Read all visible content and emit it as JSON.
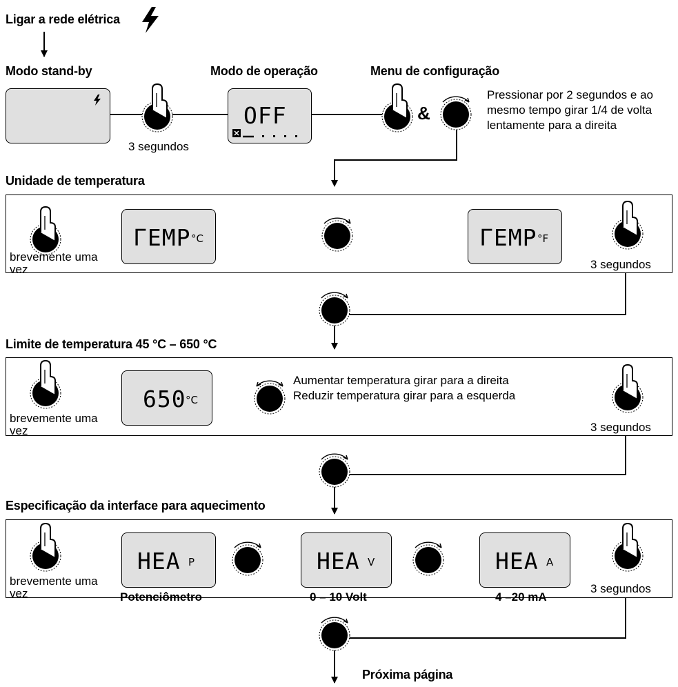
{
  "power": {
    "label": "Ligar a rede elétrica"
  },
  "top": {
    "standby_title": "Modo stand-by",
    "operation_title": "Modo de operação",
    "config_title": "Menu de configuração",
    "three_seconds": "3 segundos",
    "display_off": "OFF",
    "ampersand": "&",
    "config_instruction": [
      "Pressionar por 2 segundos e ao",
      "mesmo tempo girar 1/4 de volta",
      "lentamente para a direita"
    ]
  },
  "unit_section": {
    "title": "Unidade de temperatura",
    "press_line1": "brevemente uma",
    "press_line2": "vez",
    "display_c_main": "ΓEMP",
    "display_c_unit": "°C",
    "display_f_main": "ΓEMP",
    "display_f_unit": "°F",
    "hold": "3 segundos"
  },
  "limit_section": {
    "title": "Limite de temperatura 45 °C – 650 °C",
    "press_line1": "brevemente uma",
    "press_line2": "vez",
    "display_main": "650",
    "display_unit": "°C",
    "increase": "Aumentar temperatura girar para a direita",
    "decrease": "Reduzir temperatura girar para a esquerda",
    "hold": "3 segundos"
  },
  "interface_section": {
    "title": "Especificação da interface para aquecimento",
    "press_line1": "brevemente uma",
    "press_line2": "vez",
    "display_main": "HEA",
    "suffix_p": "P",
    "suffix_v": "V",
    "suffix_a": "A",
    "label_p": "Potenciômetro",
    "label_v": "0 – 10 Volt",
    "label_a": "4 –20 mA",
    "hold": "3 segundos"
  },
  "next_page": "Próxima página"
}
